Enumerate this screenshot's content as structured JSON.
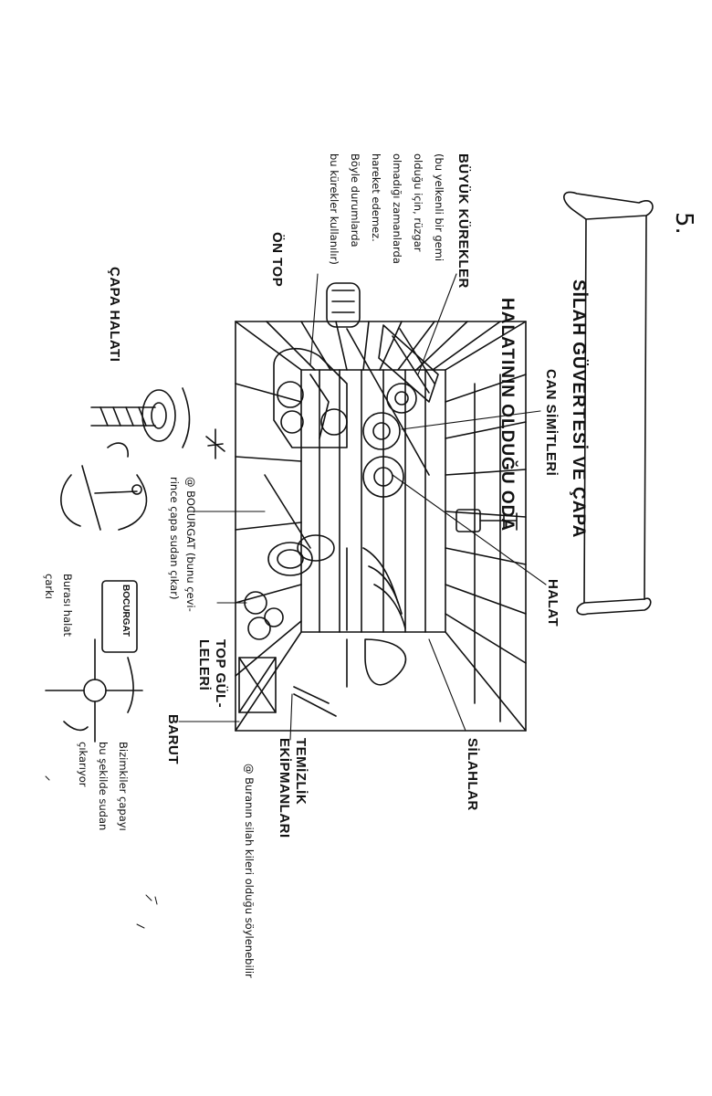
{
  "page_number": "5.",
  "title_line1": "SİLAH GÜVERTESİ VE ÇAPA",
  "title_line2": "HALATININ OLDUĞU ODA",
  "labels": {
    "buyuk_kurekler": "BÜYÜK KÜREKLER",
    "buyuk_kurekler_note": "(bu yelkenli bir gemi\nolduğu için, rüzgar\nolmadığı zamanlarda\nhareket edemez.\nBöyle durumlarda\nbu kürekler kullanılır)",
    "on_top": "ÖN TOP",
    "capa_halati": "ÇAPA HALATI",
    "can_simitleri": "CAN SİMİTLERİ",
    "halat": "HALAT",
    "silahlar": "SİLAHLAR",
    "temizlik": "TEMİZLİK\nEKİPMANLARI",
    "top_gulleleri": "TOP GÜL-\nLELERİ",
    "barut": "BARUT",
    "bocurgat_note": "@ BOCURGAT (bunu çevi-\nrince çapa sudan çıkar)",
    "bocurgat_sign": "BOCURGAT",
    "burasi_halat": "Burası halat\nçarkı",
    "bizimkiler": "Bizimkiler çapayı\nbu şekilde sudan\nçıkarıyor",
    "silah_kileri": "@ Buranın silah kileri olduğu söylenebilir"
  },
  "colors": {
    "ink": "#111111",
    "paper": "#ffffff"
  }
}
